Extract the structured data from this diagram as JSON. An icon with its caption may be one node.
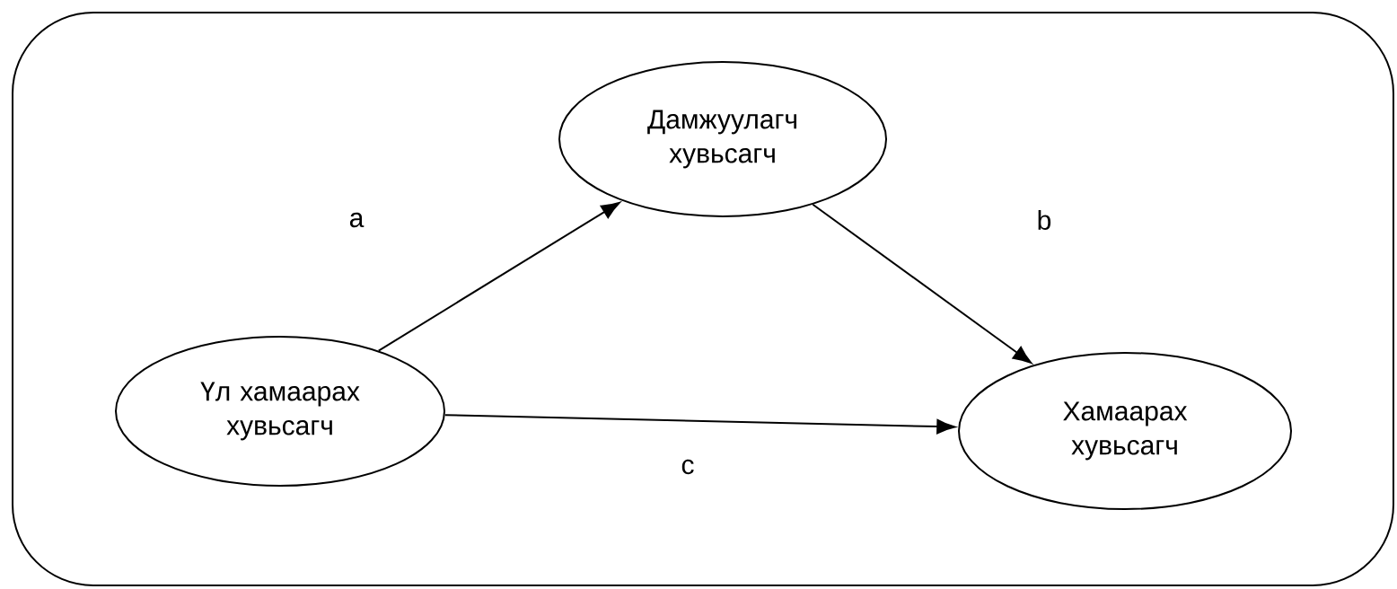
{
  "diagram": {
    "nodes": [
      {
        "text": [
          "Дамжуулагч хувьсагч"
        ]
      },
      {
        "text": [
          "Үл хамаарах хувьсагч"
        ]
      },
      {
        "text": [
          "Хамаарах хувьсагч"
        ]
      }
    ],
    "edges": [
      {
        "from": 1,
        "to": 0,
        "arrow": "to",
        "label": "a"
      },
      {
        "from": 0,
        "to": 2,
        "arrow": "to",
        "label": "b"
      },
      {
        "from": 1,
        "to": 2,
        "arrow": "to",
        "label": "c"
      }
    ]
  }
}
